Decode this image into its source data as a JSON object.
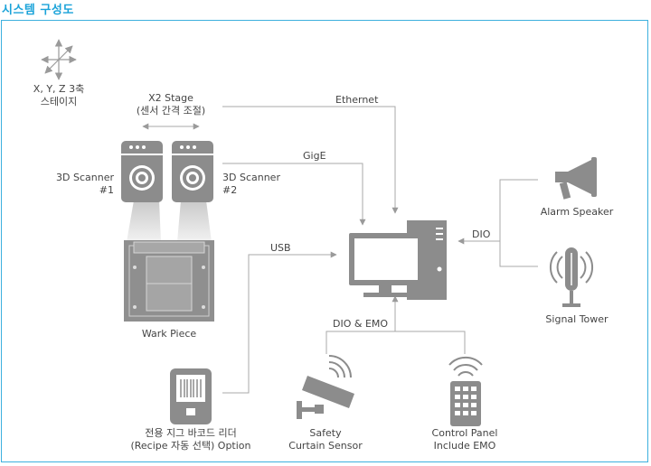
{
  "title": "시스템 구성도",
  "labels": {
    "xyz_line1": "X, Y, Z 3축",
    "xyz_line2": "스테이지",
    "x2_line1": "X2 Stage",
    "x2_line2": "(센서 간격 조절)",
    "ethernet": "Ethernet",
    "gige": "GigE",
    "scanner1_line1": "3D Scanner",
    "scanner1_line2": "#1",
    "scanner2_line1": "3D Scanner",
    "scanner2_line2": "#2",
    "usb": "USB",
    "dio": "DIO",
    "alarm_speaker": "Alarm Speaker",
    "signal_tower": "Signal Tower",
    "work_piece": "Wark Piece",
    "dio_emo": "DIO & EMO",
    "barcode_line1": "전용 지그 바코드 리더",
    "barcode_line2": "(Recipe 자동 선택) Option",
    "safety_line1": "Safety",
    "safety_line2": "Curtain Sensor",
    "control_line1": "Control Panel",
    "control_line2": "Include EMO"
  },
  "icons": [
    "xyz-axis-icon",
    "scanner-icon",
    "work-piece-icon",
    "computer-icon",
    "megaphone-icon",
    "signal-tower-icon",
    "barcode-reader-icon",
    "camera-icon",
    "control-panel-icon"
  ],
  "colors": {
    "accent": "#1aa3d9",
    "line": "#a9a9a9",
    "device": "#8c8c8c",
    "device_light": "#c8c8c8"
  }
}
